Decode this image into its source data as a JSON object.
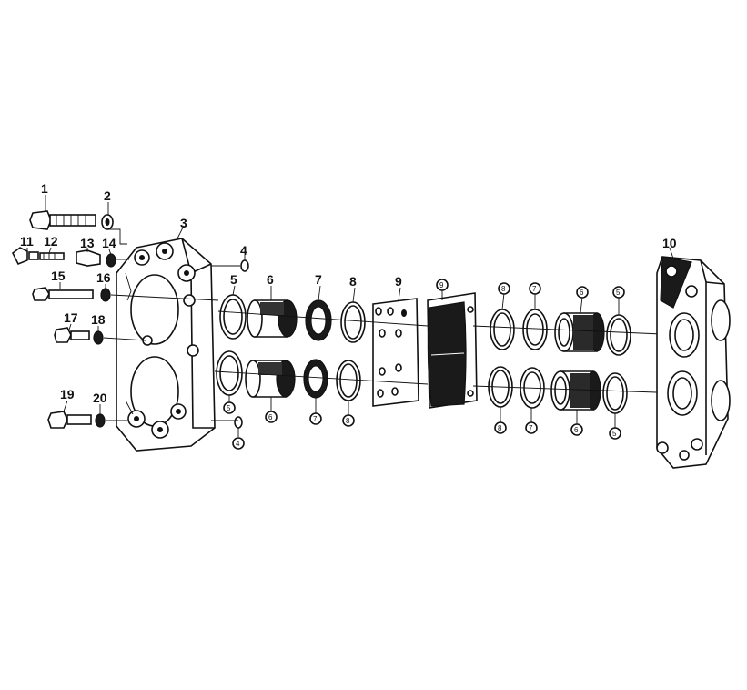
{
  "diagram": {
    "callouts": {
      "c1": "1",
      "c2": "2",
      "c3": "3",
      "c4": "4",
      "c4b": "4",
      "c5a": "5",
      "c5b": "5",
      "c5c": "5",
      "c5d": "5",
      "c6a": "6",
      "c6b": "6",
      "c6c": "6",
      "c6d": "6",
      "c7a": "7",
      "c7b": "7",
      "c7c": "7",
      "c7d": "7",
      "c8a": "8",
      "c8b": "8",
      "c8c": "8",
      "c8d": "8",
      "c9a": "9",
      "c9b": "9",
      "c10": "10",
      "c11": "11",
      "c12": "12",
      "c13": "13",
      "c14": "14",
      "c15": "15",
      "c16": "16",
      "c17": "17",
      "c18": "18",
      "c19": "19",
      "c20": "20"
    }
  }
}
